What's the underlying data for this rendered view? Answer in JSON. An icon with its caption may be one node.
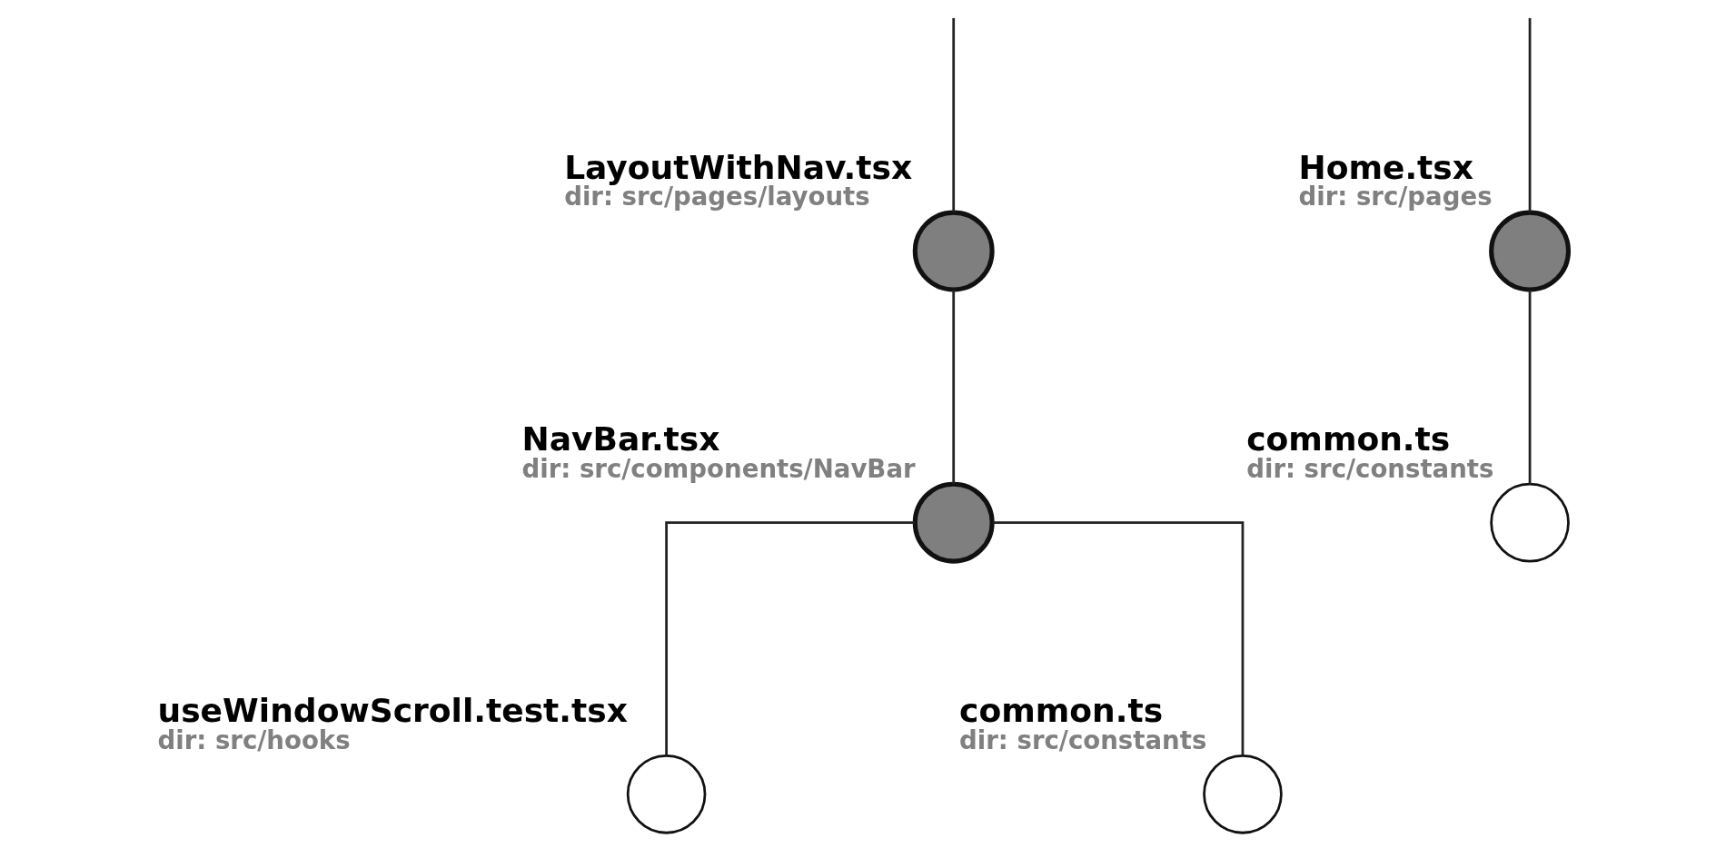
{
  "diagram": {
    "nodes": [
      {
        "text": [],
        "shape": "circle",
        "beside": [
          "LayoutWithNav.tsx",
          "dir: src/pages/layouts"
        ]
      },
      {
        "text": [],
        "shape": "circle",
        "beside": [
          "Home.tsx",
          "dir: src/pages"
        ]
      },
      {
        "text": [],
        "shape": "circle",
        "beside": [
          "NavBar.tsx",
          "dir: src/components/NavBar"
        ]
      },
      {
        "text": [],
        "shape": "circle",
        "beside": [
          "common.ts",
          "dir: src/constants"
        ]
      },
      {
        "text": [],
        "shape": "circle",
        "beside": [
          "useWindowScroll.test.tsx",
          "dir: src/hooks"
        ]
      },
      {
        "text": [],
        "shape": "circle",
        "beside": [
          "common.ts",
          "dir: src/constants"
        ]
      }
    ],
    "edges": [
      {
        "from": null,
        "to": 0,
        "arrow": "none"
      },
      {
        "from": null,
        "to": 1,
        "arrow": "none"
      },
      {
        "from": 0,
        "to": 2,
        "arrow": "none"
      },
      {
        "from": 1,
        "to": 3,
        "arrow": "none"
      },
      {
        "from": 2,
        "to": 4,
        "arrow": "none"
      },
      {
        "from": 2,
        "to": 5,
        "arrow": "none"
      }
    ]
  }
}
